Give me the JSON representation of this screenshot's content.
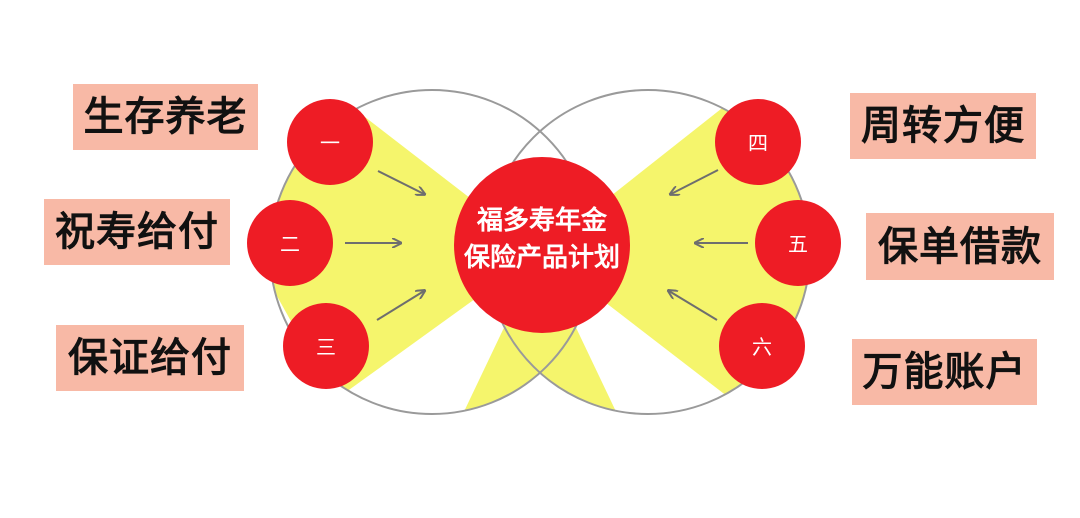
{
  "center": {
    "line1": "福多寿年金",
    "line2": "保险产品计划"
  },
  "left_items": [
    {
      "num": "一",
      "label": "生存养老"
    },
    {
      "num": "二",
      "label": "祝寿给付"
    },
    {
      "num": "三",
      "label": "保证给付"
    }
  ],
  "right_items": [
    {
      "num": "四",
      "label": "周转方便"
    },
    {
      "num": "五",
      "label": "保单借款"
    },
    {
      "num": "六",
      "label": "万能账户"
    }
  ],
  "colors": {
    "red": "#ee1c25",
    "yellow": "#f5f56c",
    "label_bg": "#f8b9a6",
    "outline": "#9a9a9a",
    "arrow": "#6e6e6e"
  }
}
